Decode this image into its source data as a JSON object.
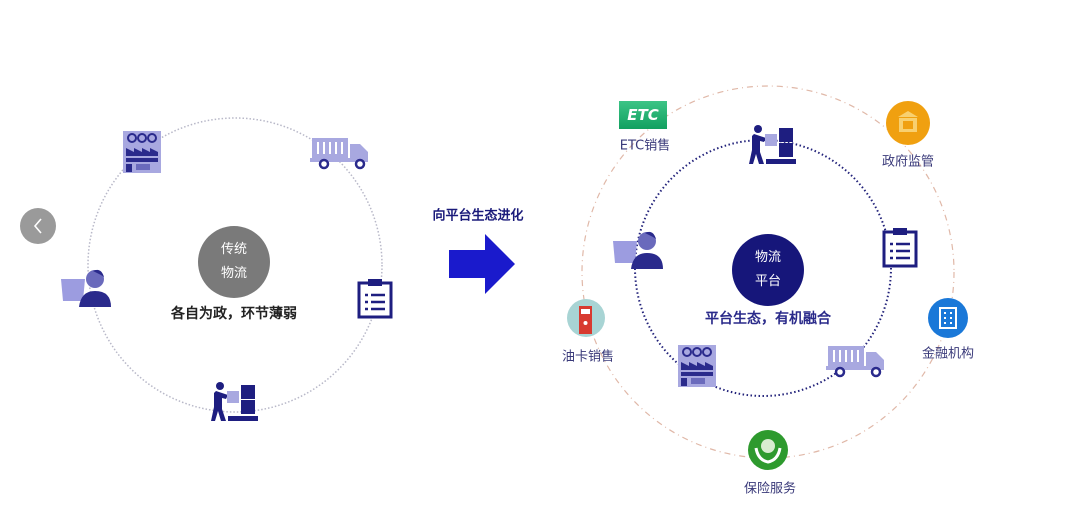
{
  "left": {
    "center_label_line1": "传统",
    "center_label_line2": "物流",
    "caption": "各自为政，环节薄弱"
  },
  "transition": {
    "label": "向平台生态进化"
  },
  "right": {
    "center_label_line1": "物流",
    "center_label_line2": "平台",
    "caption": "平台生态，有机融合",
    "etc_logo": "ETC",
    "partners": {
      "etc": "ETC销售",
      "gov": "政府监管",
      "finance": "金融机构",
      "fuel": "油卡销售",
      "insurance": "保险服务"
    }
  },
  "colors": {
    "accent": "#1a1acc",
    "navy": "#16167a",
    "icon": "#2a2a8c",
    "icon_light": "#9c9ce0",
    "gray": "#7a7a7a"
  }
}
